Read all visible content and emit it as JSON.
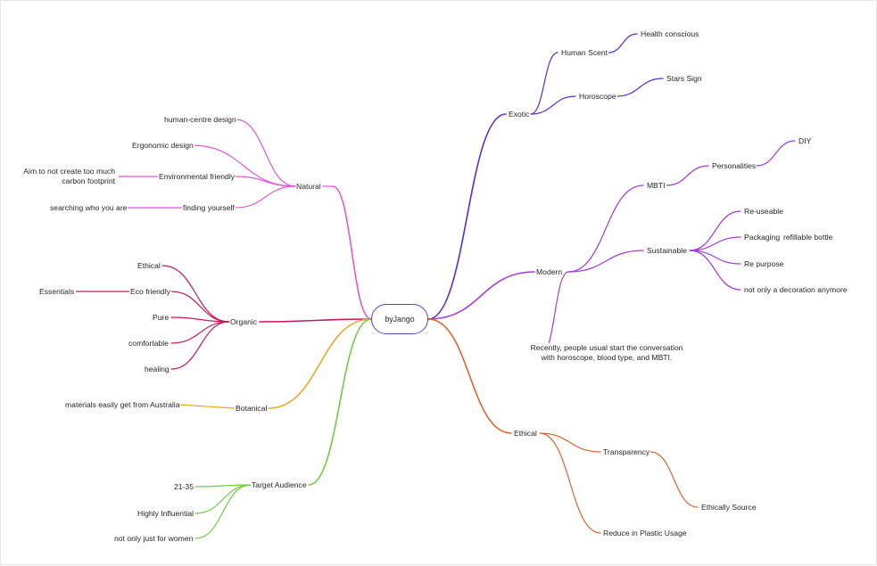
{
  "root": {
    "label": "byJango"
  },
  "branches": {
    "natural": {
      "label": "Natural",
      "color": "#e356d6",
      "children": [
        {
          "label": "human-centre design"
        },
        {
          "label": "Ergonomic design"
        },
        {
          "label": "Environmental friendly",
          "child": "Aim to not create too much carbon footprint"
        },
        {
          "label": "finding yourself",
          "child": "searching who you are"
        }
      ]
    },
    "organic": {
      "label": "Organic",
      "color": "#c8185e",
      "children": [
        {
          "label": "Ethical"
        },
        {
          "label": "Eco friendly",
          "child": "Essentials"
        },
        {
          "label": "Pure"
        },
        {
          "label": "comfortable"
        },
        {
          "label": "healing"
        }
      ]
    },
    "botanical": {
      "label": "Botanical",
      "color": "#e9a72a",
      "children": [
        {
          "label": "materials easily get from Australia"
        }
      ]
    },
    "target": {
      "label": "Target Audience",
      "color": "#6ccf3a",
      "children": [
        {
          "label": "21-35"
        },
        {
          "label": "Highly Influential"
        },
        {
          "label": "not only just for women"
        }
      ]
    },
    "exotic": {
      "label": "Exotic",
      "color": "#5a2bd1",
      "children": [
        {
          "label": "Human Scent",
          "child": "Health conscious"
        },
        {
          "label": "Horoscope",
          "child": "Stars Sign"
        }
      ]
    },
    "modern": {
      "label": "Modern",
      "color": "#a43be0",
      "children": [
        {
          "label": "MBTI",
          "child": "Personalities",
          "grandchild": "DIY"
        },
        {
          "label": "Sustainable",
          "children": [
            "Re-useable",
            "Packaging",
            "Re purpose",
            "not only a decoration anymore"
          ],
          "packaging_child": "refillable bottle"
        },
        {
          "label": "Recently, people usual start the conversation with horoscope, blood type, and MBTI."
        }
      ]
    },
    "ethical": {
      "label": "Ethical",
      "color": "#e0622c",
      "children": [
        {
          "label": "Transparency",
          "child": "Ethically Source"
        },
        {
          "label": "Reduce in Plastic Usage"
        }
      ]
    }
  }
}
